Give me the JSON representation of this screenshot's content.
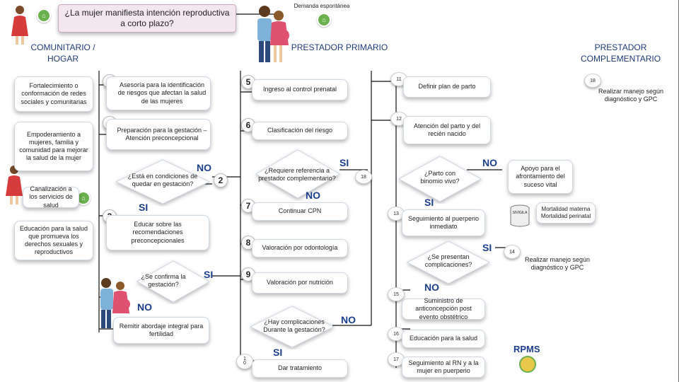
{
  "top": {
    "question": "¿La mujer manifiesta intención reproductiva a corto plazo?",
    "spontaneous": "Demanda espontánea"
  },
  "headers": {
    "community": "COMUNITARIO / HOGAR",
    "primary": "PRESTADOR PRIMARIO",
    "complementary": "PRESTADOR COMPLEMENTARIO"
  },
  "community": {
    "item1": "Fortalecimiento o conformación de redes sociales y comunitarias",
    "item2": "Empoderamiento a mujeres, familia y comunidad para mejorar la salud de la mujer",
    "item3": "Canalización a los servicios de salud",
    "item4": "Educación para la salud que promueva los derechos sexuales y reproductivos"
  },
  "steps": {
    "n1": "1",
    "s1": "Asesoría para la identificación de riesgos que afectan la salud de las mujeres",
    "n2": "2",
    "s2": "Preparación para la gestación – Atención preconcepcional",
    "q1": "¿Está en condiciones de quedar en gestación?",
    "no1": "NO",
    "n2b": "2",
    "si1": "SI",
    "n3": "3",
    "s3": "Educar sobre las recomendaciones preconcepcionales",
    "q2": "¿Se confirma la gestación?",
    "si2": "SI",
    "no2": "NO",
    "s4": "Remitir abordaje integral para fertilidad",
    "n5": "5",
    "s5": "Ingreso al control prenatal",
    "n6": "6",
    "s6": "Clasificación del riesgo",
    "q3": "¿Requiere referencia a prestador complementario?",
    "si3": "SI",
    "no3": "NO",
    "n7": "7",
    "s7": "Continuar CPN",
    "n8": "8",
    "s8": "Valoración por odontología",
    "n9": "9",
    "s9": "Valoración por nutrición",
    "q4": "¿Hay complicaciones Durante la gestación?",
    "no4": "NO",
    "si4": "SI",
    "n10a": "1",
    "n10b": "0",
    "s10": "Dar tratamiento",
    "n11": "11",
    "s11": "Definir plan de parto",
    "n12": "12",
    "s12": "Atención del parto y del recién nacido",
    "q5": "¿Parto con binomio vivo?",
    "no5": "NO",
    "si5": "SI",
    "n13": "13",
    "s13": "Seguimiento al puerperio inmediato",
    "q6": "¿Se presentan complicaciones?",
    "si6": "SI",
    "no6": "NO",
    "n15": "15",
    "s15": "Suministro de anticoncepción post evento obstétrico",
    "n16": "16",
    "s16": "Educación para la salud",
    "n17": "17",
    "s17": "Seguimiento al RN y a la mujer en puerperio",
    "n18": "18",
    "s18": "Realizar manejo según diagnóstico y GPC",
    "n18b": "18",
    "s_apoyo": "Apoyo para el afrontamiento del suceso vital",
    "sivigila": "SIVIGILA",
    "s_mort": "Mortalidad materna Mortalidad perinatal",
    "n14": "14",
    "s14": "Realizar manejo según diagnóstico y GPC",
    "rpms": "RPMS"
  },
  "colors": {
    "line": "#111111",
    "accent": "#1a3e8c",
    "icon": "#6ab04c",
    "top_box_bg": "#f3e6ee"
  }
}
